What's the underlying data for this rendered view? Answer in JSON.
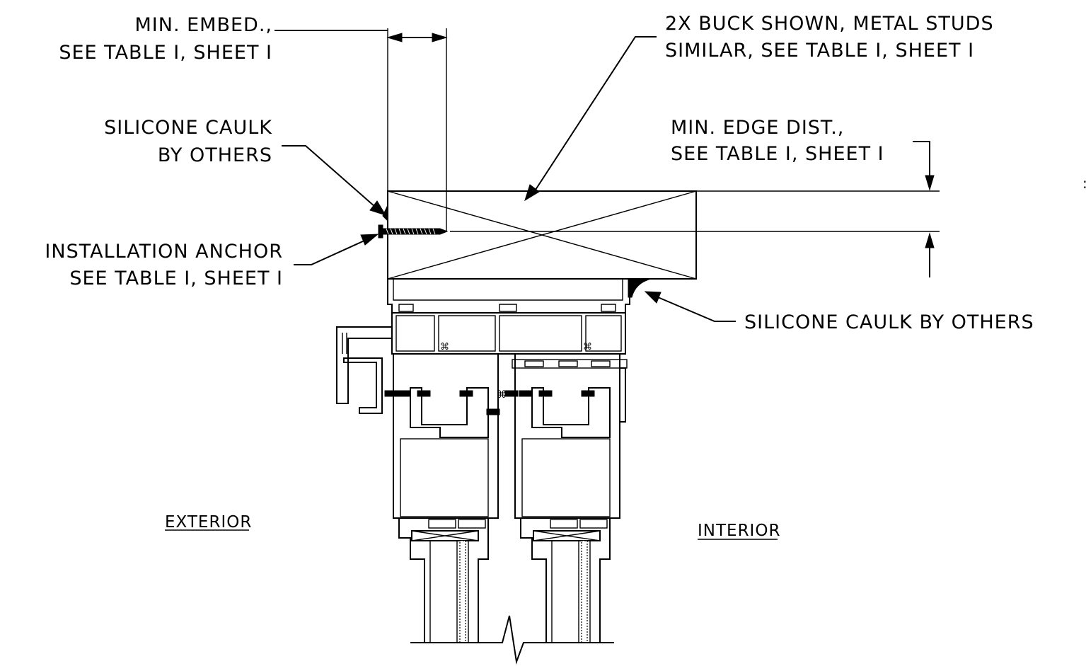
{
  "callouts": {
    "min_embed": [
      "MIN. EMBED.,",
      "SEE TABLE I, SHEET I"
    ],
    "buck": [
      "2X BUCK SHOWN, METAL STUDS",
      "SIMILAR, SEE TABLE I, SHEET I"
    ],
    "silicone_left": [
      "SILICONE CAULK",
      "BY OTHERS"
    ],
    "min_edge": [
      "MIN. EDGE DIST.,",
      "SEE TABLE I, SHEET I"
    ],
    "anchor": [
      "INSTALLATION ANCHOR",
      "SEE TABLE I, SHEET I"
    ],
    "silicone_right": "SILICONE CAULK BY OTHERS"
  },
  "side_labels": {
    "exterior": "EXTERIOR",
    "interior": "INTERIOR"
  }
}
